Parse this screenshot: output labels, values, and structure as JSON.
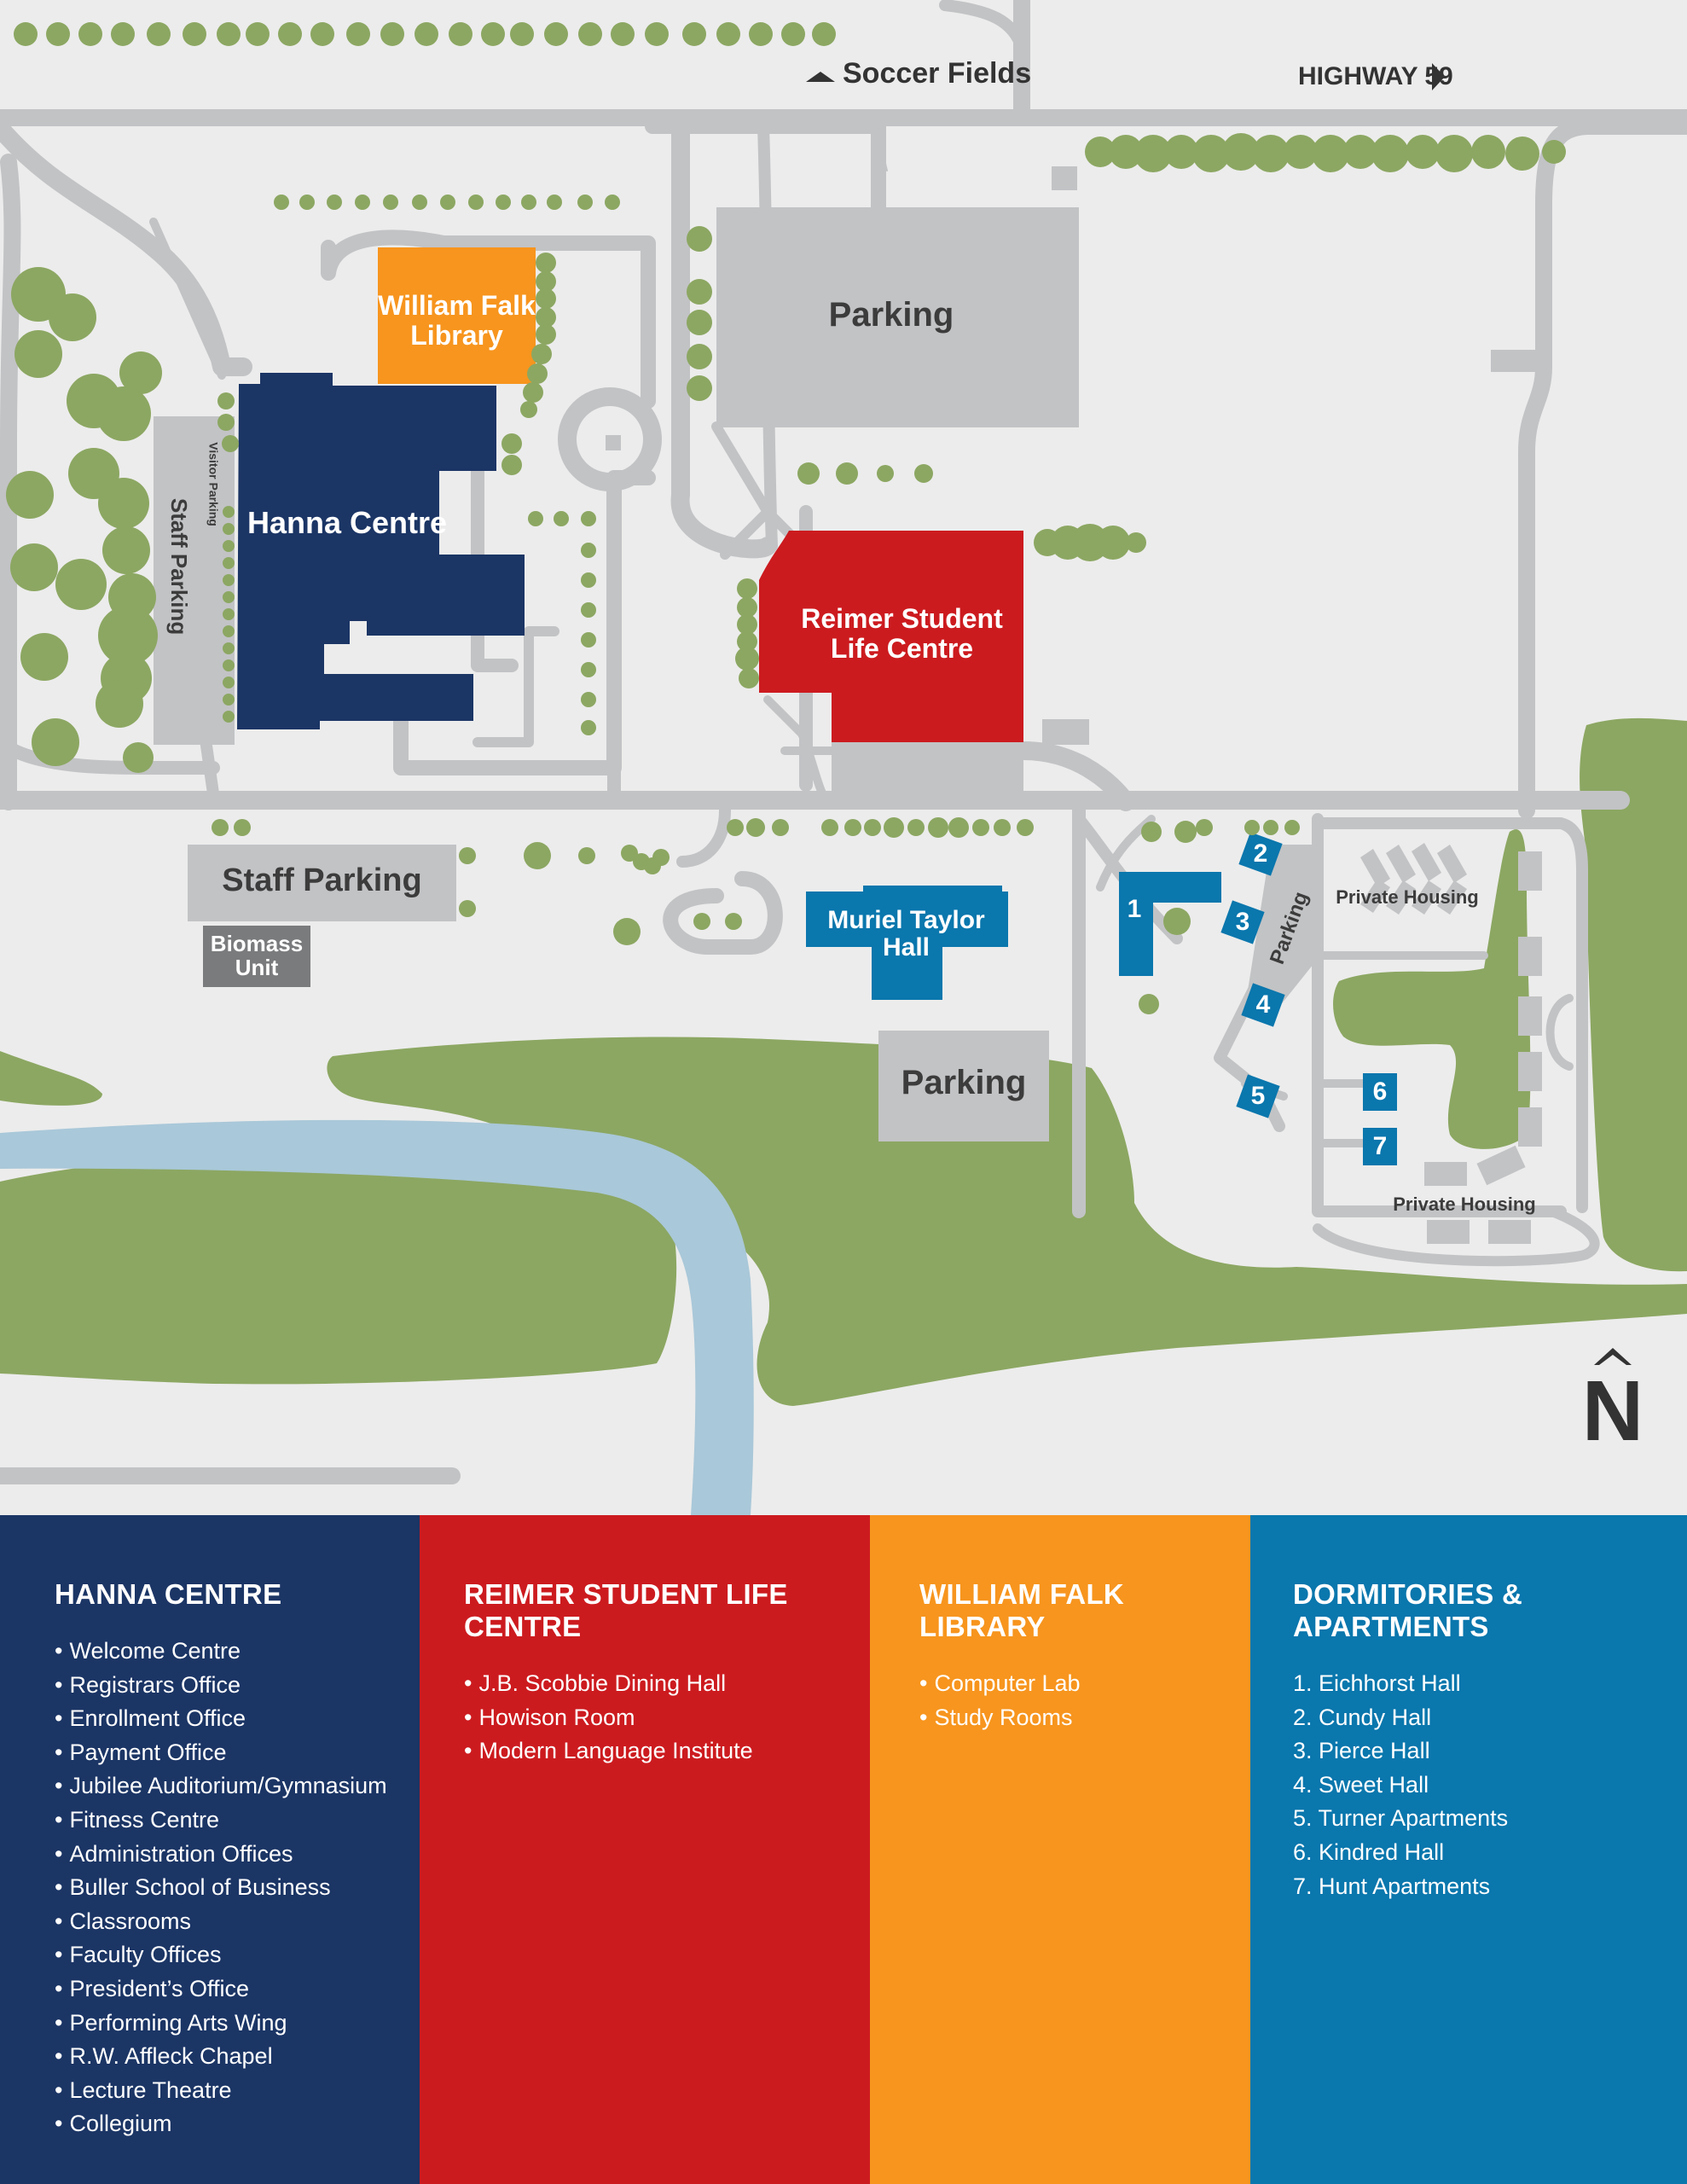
{
  "map": {
    "top": {
      "soccer_fields": "Soccer Fields",
      "highway": "HIGHWAY 59"
    },
    "buildings": {
      "library": [
        "William Falk",
        "Library"
      ],
      "hanna": "Hanna Centre",
      "reimer": [
        "Reimer Student",
        "Life Centre"
      ],
      "muriel": [
        "Muriel Taylor",
        "Hall"
      ],
      "biomass": [
        "Biomass",
        "Unit"
      ]
    },
    "parking": {
      "main": "Parking",
      "staff_vertical": "Staff Parking",
      "visitor": "Visitor Parking",
      "staff": "Staff Parking",
      "south": "Parking",
      "dorm": "Parking"
    },
    "housing": {
      "north": "Private Housing",
      "south": "Private Housing"
    },
    "dorm_numbers": [
      "1",
      "2",
      "3",
      "4",
      "5",
      "6",
      "7"
    ],
    "compass": "N"
  },
  "colors": {
    "navy": "#1b3565",
    "red": "#cc1b1f",
    "orange": "#f7951e",
    "blue": "#0a77ad",
    "green": "#8ca762",
    "river": "#a9c8d9",
    "road": "#c2c3c5",
    "background": "#ececec"
  },
  "legend": [
    {
      "title": "HANNA CENTRE",
      "bulleted": true,
      "items": [
        "Welcome Centre",
        "Registrars Office",
        "Enrollment Office",
        "Payment Office",
        "Jubilee Auditorium/Gymnasium",
        "Fitness Centre",
        "Administration Offices",
        "Buller School of Business",
        "Classrooms",
        "Faculty Offices",
        "President’s Office",
        "Performing Arts Wing",
        "R.W. Affleck Chapel",
        "Lecture Theatre",
        "Collegium"
      ]
    },
    {
      "title": "REIMER STUDENT LIFE CENTRE",
      "bulleted": true,
      "items": [
        "J.B. Scobbie Dining Hall",
        "Howison Room",
        "Modern Language Institute"
      ]
    },
    {
      "title": "WILLIAM FALK LIBRARY",
      "bulleted": true,
      "items": [
        "Computer Lab",
        "Study Rooms"
      ]
    },
    {
      "title": "DORMITORIES & APARTMENTS",
      "bulleted": false,
      "items": [
        "1. Eichhorst Hall",
        "2. Cundy Hall",
        "3. Pierce Hall",
        "4. Sweet Hall",
        "5. Turner Apartments",
        "6. Kindred Hall",
        "7. Hunt Apartments"
      ]
    }
  ]
}
